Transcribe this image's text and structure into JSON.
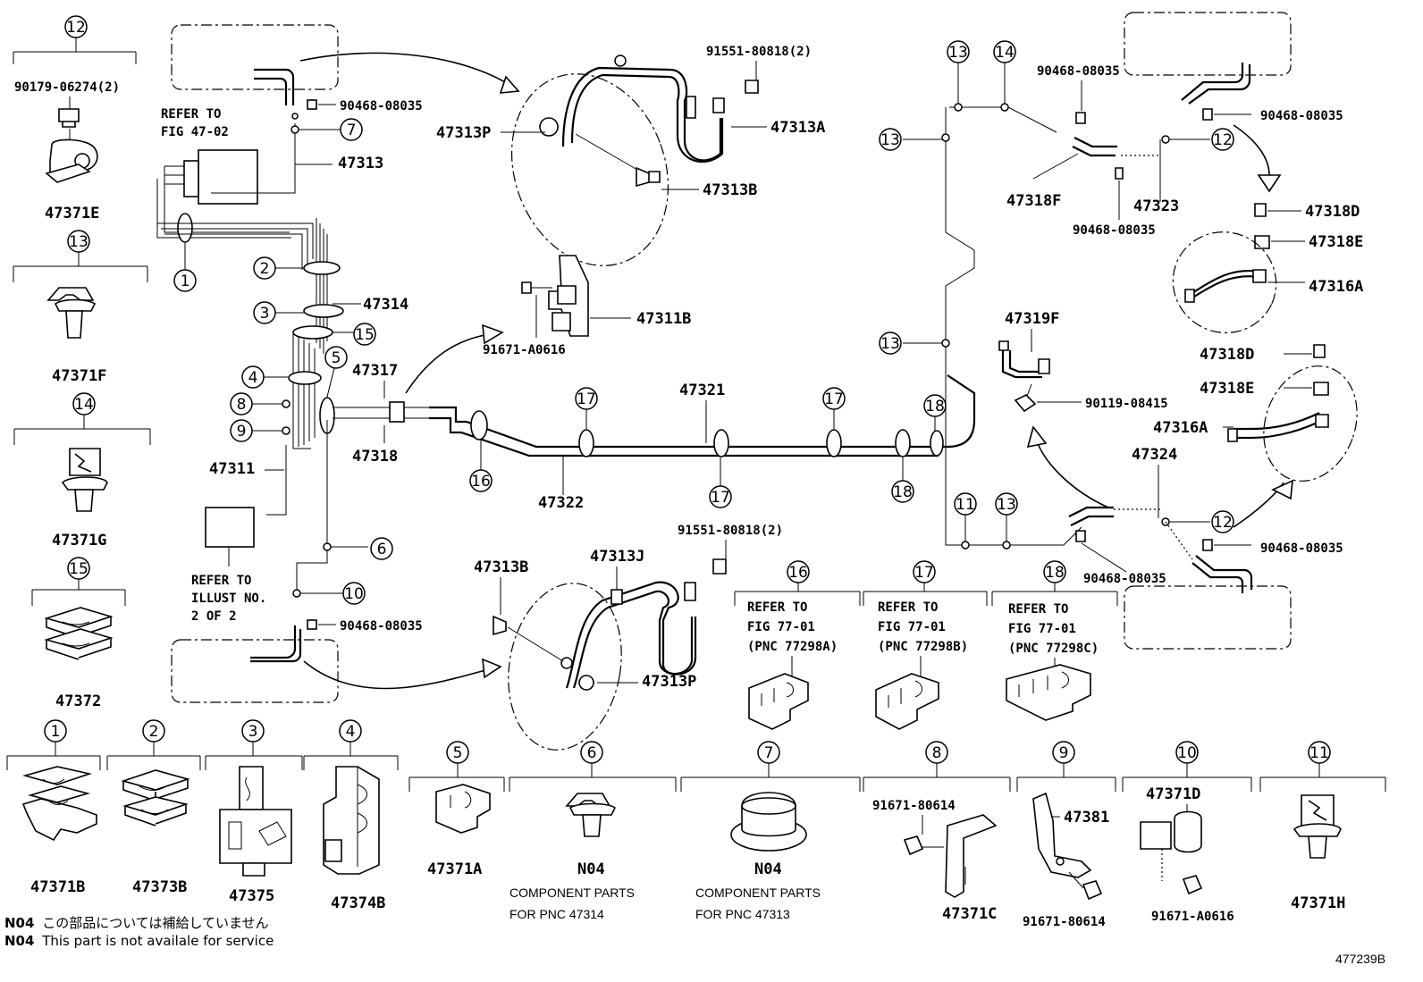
{
  "diagram_id": "477239B",
  "callouts": {
    "c1": "1",
    "c2": "2",
    "c3": "3",
    "c4": "4",
    "c5": "5",
    "c6": "6",
    "c7": "7",
    "c8": "8",
    "c9": "9",
    "c10": "10",
    "c11": "11",
    "c12": "12",
    "c13": "13",
    "c14": "14",
    "c15": "15",
    "c16": "16",
    "c17": "17",
    "c18": "18"
  },
  "parts": {
    "p90179_06274": "90179-06274(2)",
    "p47371E": "47371E",
    "p47371F": "47371F",
    "p47371G": "47371G",
    "p47372": "47372",
    "p47371B": "47371B",
    "p47373B": "47373B",
    "p47375": "47375",
    "p47374B": "47374B",
    "p47371A": "47371A",
    "p47371C": "47371C",
    "p47381": "47381",
    "p47371D": "47371D",
    "p47371H": "47371H",
    "p90468_08035": "90468-08035",
    "p91551_80818": "91551-80818(2)",
    "p47313P": "47313P",
    "p47313A": "47313A",
    "p47313B": "47313B",
    "p47313": "47313",
    "p47314": "47314",
    "p47317": "47317",
    "p47318": "47318",
    "p47311": "47311",
    "p47311B": "47311B",
    "p91671_A0616": "91671-A0616",
    "p47321": "47321",
    "p47322": "47322",
    "p47313J": "47313J",
    "p47318F": "47318F",
    "p47323": "47323",
    "p47318D": "47318D",
    "p47318E": "47318E",
    "p47316A": "47316A",
    "p47319F": "47319F",
    "p90119_08415": "90119-08415",
    "p47324": "47324",
    "p91671_80614": "91671-80614",
    "n04": "N04"
  },
  "refs": {
    "refer_to": "REFER TO",
    "fig_47_02": "FIG 47-02",
    "illust_no": "ILLUST NO.",
    "two_of_two": "2 OF 2",
    "fig_77_01": "FIG 77-01",
    "pnc_a": "(PNC 77298A)",
    "pnc_b": "(PNC 77298B)",
    "pnc_c": "(PNC 77298C)"
  },
  "component_notes": {
    "line1": "COMPONENT PARTS",
    "pnc_47314": "FOR PNC 47314",
    "pnc_47313": "FOR PNC 47313"
  },
  "footnotes": {
    "n04_label": "N04",
    "jp": "この部品については補給していません",
    "en": "This part is not availale for service"
  }
}
